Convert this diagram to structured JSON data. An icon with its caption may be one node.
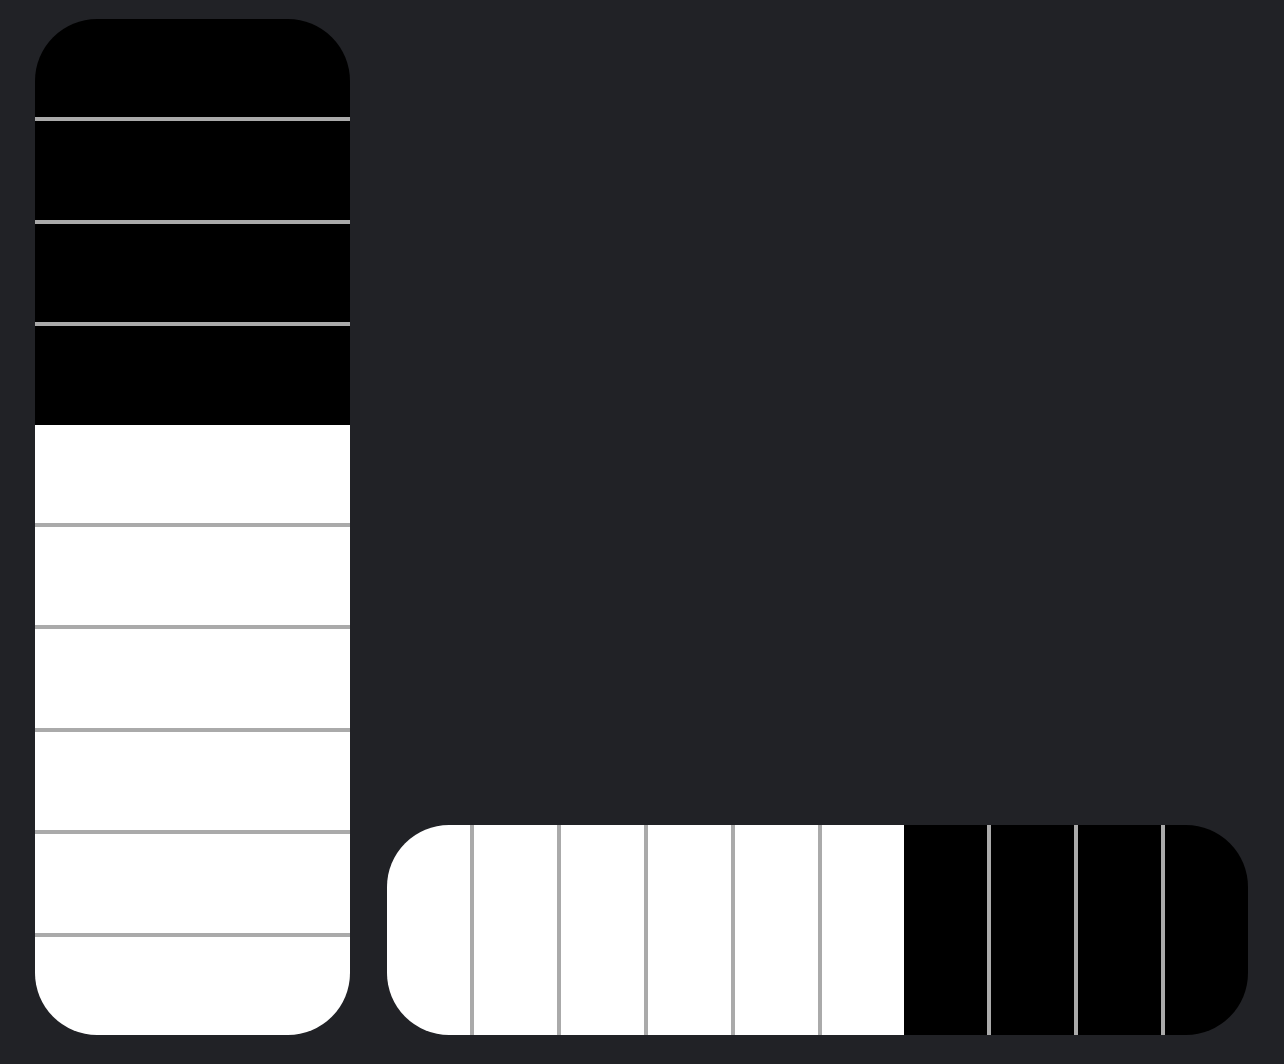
{
  "diagram": {
    "nodes": [
      {
        "text": [],
        "shape": "bar"
      },
      {
        "text": [],
        "shape": "box",
        "in": 0
      },
      {
        "text": [],
        "shape": "box",
        "in": 0
      },
      {
        "text": [],
        "shape": "box",
        "in": 0
      },
      {
        "text": [],
        "shape": "box",
        "in": 0
      },
      {
        "text": [],
        "shape": "box",
        "in": 0
      },
      {
        "text": [],
        "shape": "box",
        "in": 0
      },
      {
        "text": [],
        "shape": "box",
        "in": 0
      },
      {
        "text": [],
        "shape": "box",
        "in": 0
      },
      {
        "text": [],
        "shape": "box",
        "in": 0
      },
      {
        "text": [],
        "shape": "box",
        "in": 0
      },
      {
        "text": [],
        "shape": "bar"
      },
      {
        "text": [],
        "shape": "box",
        "in": 11
      },
      {
        "text": [],
        "shape": "box",
        "in": 11
      },
      {
        "text": [],
        "shape": "box",
        "in": 11
      },
      {
        "text": [],
        "shape": "box",
        "in": 11
      },
      {
        "text": [],
        "shape": "box",
        "in": 11
      },
      {
        "text": [],
        "shape": "box",
        "in": 11
      },
      {
        "text": [],
        "shape": "box",
        "in": 11
      },
      {
        "text": [],
        "shape": "box",
        "in": 11
      },
      {
        "text": [],
        "shape": "box",
        "in": 11
      },
      {
        "text": [],
        "shape": "box",
        "in": 11
      }
    ]
  }
}
